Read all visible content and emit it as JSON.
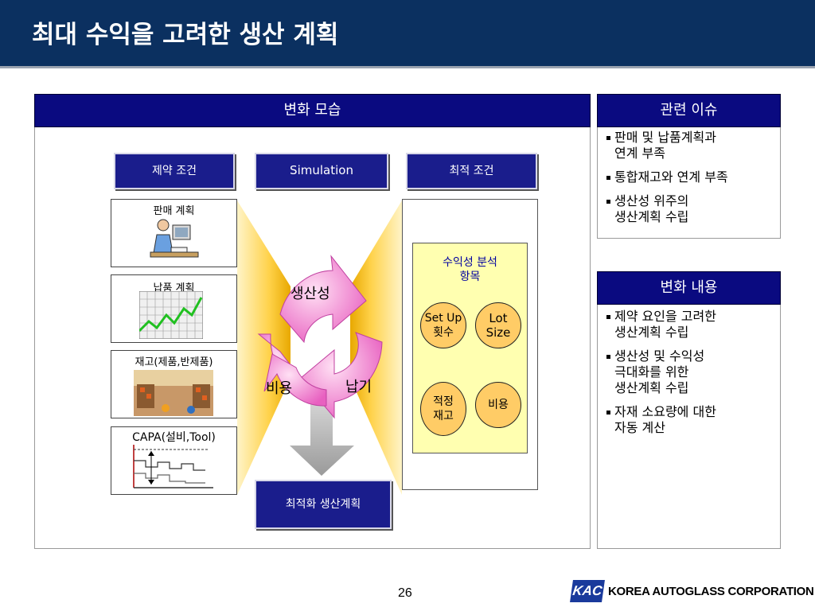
{
  "header": {
    "title": "최대 수익을 고려한 생산 계획"
  },
  "change_panel": {
    "title": "변화 모습"
  },
  "issues_panel": {
    "title": "관련 이슈",
    "items": [
      "판매 및 납품계획과\n연계 부족",
      "통합재고와 연계 부족",
      "생산성 위주의\n생산계획 수립"
    ]
  },
  "content_panel": {
    "title": "변화 내용",
    "items": [
      "제약 요인을 고려한\n생산계획 수립",
      "생산성 및 수익성\n극대화를 위한\n생산계획 수립",
      "자재 소요량에 대한\n자동 계산"
    ]
  },
  "diagram": {
    "constraint_btn": "제약 조건",
    "simulation_btn": "Simulation",
    "optimal_btn": "최적 조건",
    "result_btn": "최적화 생산계획",
    "inputs": [
      "판매 계획",
      "납품 계획",
      "재고(제품,반제품)",
      "CAPA(설비,Tool)"
    ],
    "cycle": {
      "top": "생산성",
      "left": "비용",
      "right": "납기"
    },
    "analysis": {
      "title": "수익성 분석\n항목",
      "circles": [
        "Set Up\n횟수",
        "Lot\nSize",
        "적정\n재고",
        "비용"
      ]
    }
  },
  "footer": {
    "page_number": "26",
    "logo_text": "KAC",
    "company": "KOREA AUTOGLASS CORPORATION"
  }
}
